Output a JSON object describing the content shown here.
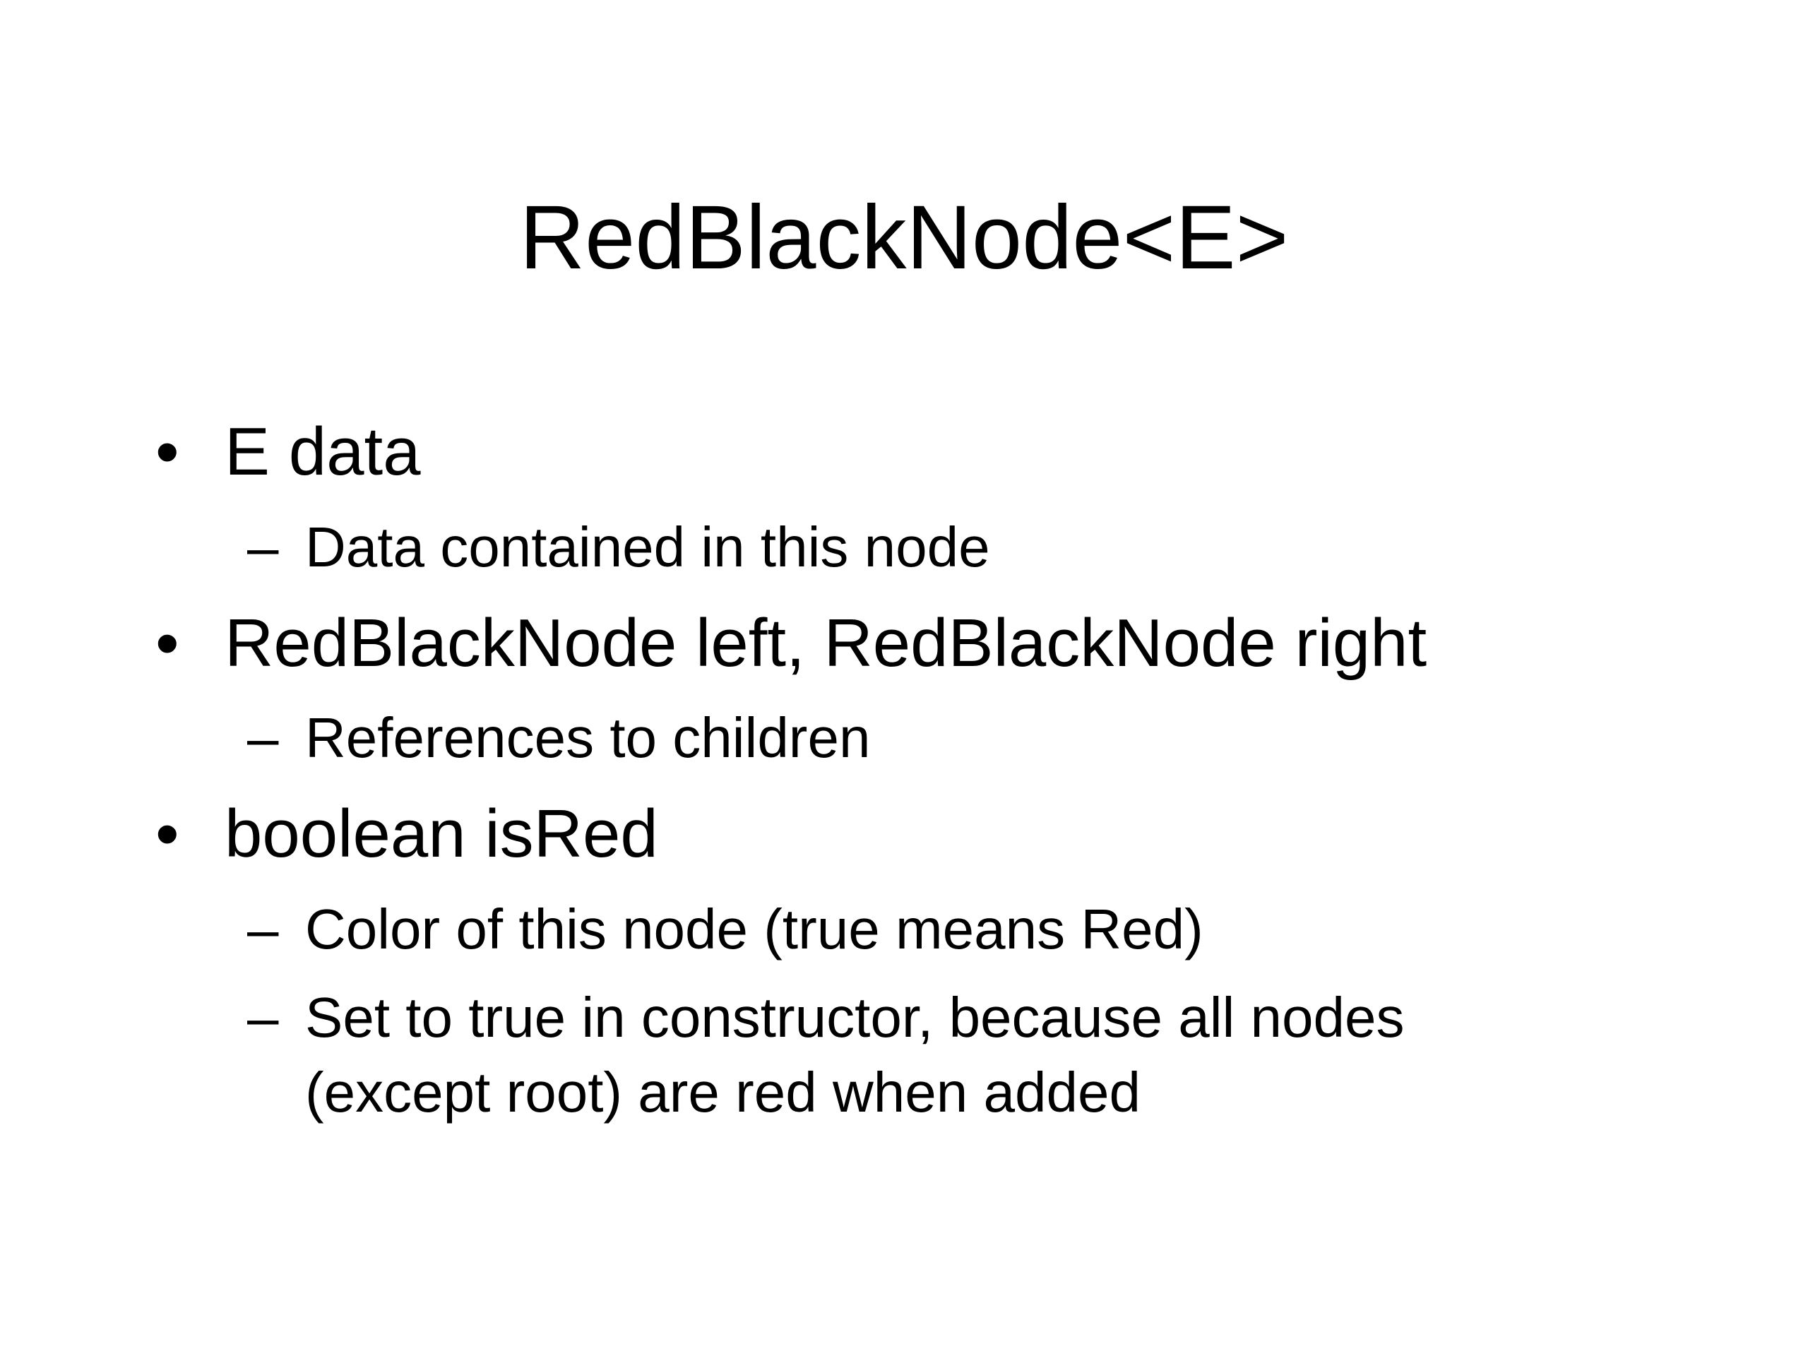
{
  "slide": {
    "title": "RedBlackNode<E>",
    "bullet_marker": "•",
    "dash_marker": "–",
    "items": [
      {
        "text": "E data",
        "subitems": [
          {
            "lines": [
              "Data contained in this node"
            ]
          }
        ]
      },
      {
        "text": "RedBlackNode left, RedBlackNode right",
        "subitems": [
          {
            "lines": [
              "References to children"
            ]
          }
        ]
      },
      {
        "text": "boolean isRed",
        "subitems": [
          {
            "lines": [
              "Color of this node (true means Red)"
            ]
          },
          {
            "lines": [
              "Set to true in constructor, because all nodes",
              "(except root) are red when added"
            ]
          }
        ]
      }
    ]
  }
}
